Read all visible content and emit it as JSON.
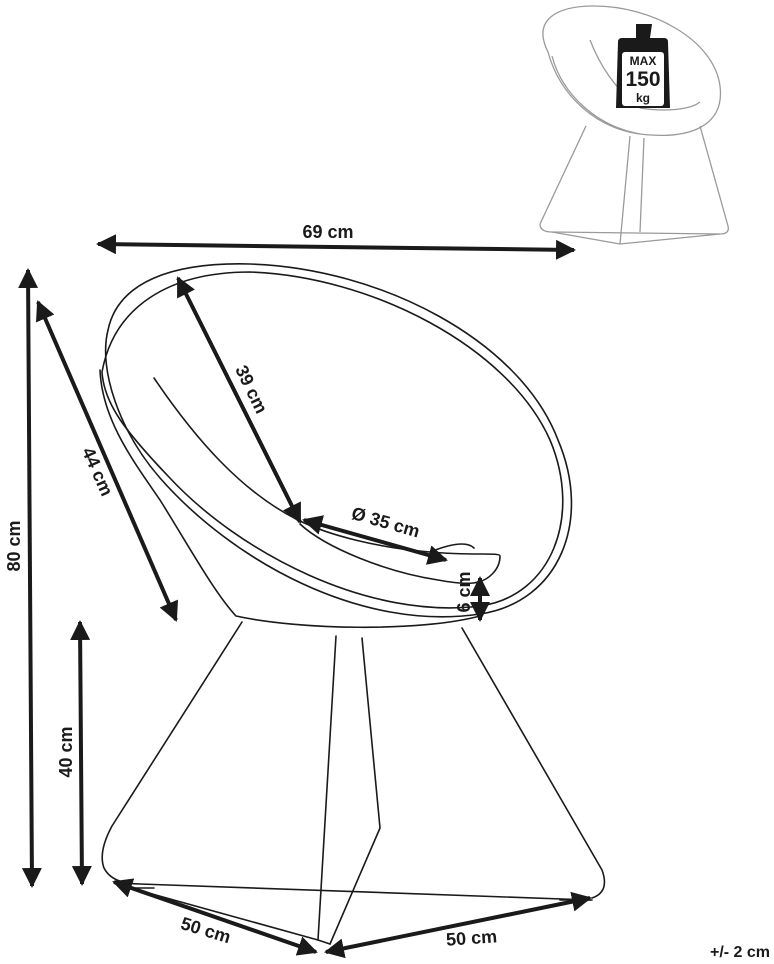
{
  "max_load": {
    "line1": "MAX",
    "line2": "150",
    "line3": "kg"
  },
  "dimensions": {
    "width": "69 cm",
    "height_total": "80 cm",
    "seat_depth": "44 cm",
    "backrest": "39 cm",
    "seat_diameter": "Ø 35 cm",
    "cushion": "6 cm",
    "seat_height": "40 cm",
    "base_left": "50 cm",
    "base_right": "50 cm"
  },
  "tolerance": "+/- 2 cm",
  "colors": {
    "line": "#1a1a1a",
    "thumb": "#9a9a9a"
  }
}
